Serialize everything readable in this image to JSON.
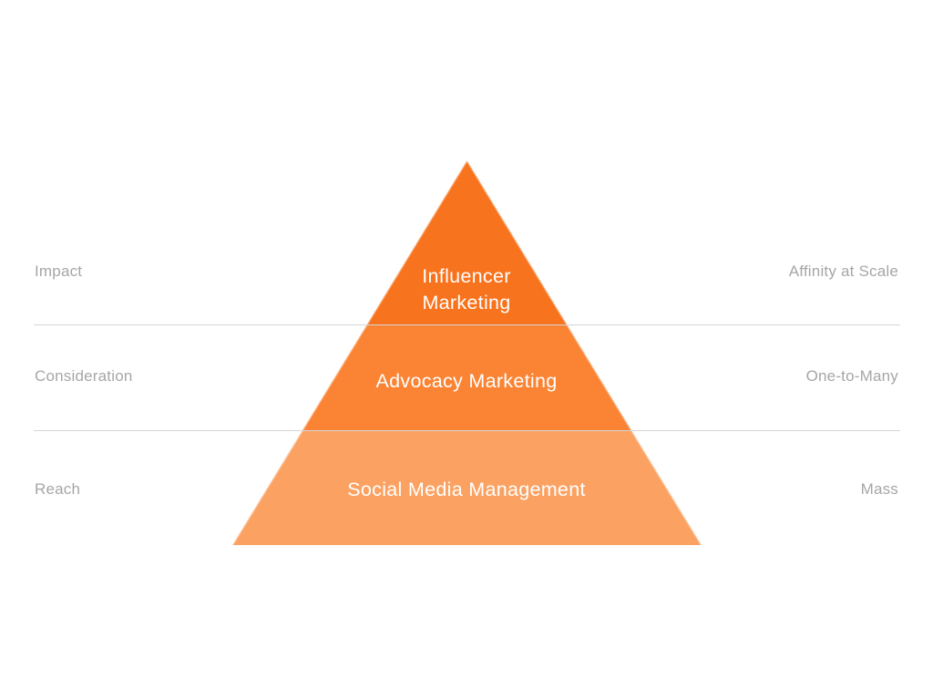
{
  "diagram": {
    "type": "pyramid",
    "tiers": [
      {
        "label": "Influencer Marketing",
        "label_line1": "Influencer",
        "label_line2": "Marketing",
        "left_label": "Impact",
        "right_label": "Affinity at Scale",
        "color": "#f8731d"
      },
      {
        "label": "Advocacy Marketing",
        "left_label": "Consideration",
        "right_label": "One-to-Many",
        "color": "#fa8434"
      },
      {
        "label": "Social Media Management",
        "left_label": "Reach",
        "right_label": "Mass",
        "color": "#fba263"
      }
    ],
    "divider_line_color": "#d5d5d5",
    "side_label_color": "#a6a6a6",
    "tier_text_color": "#ffffff"
  }
}
